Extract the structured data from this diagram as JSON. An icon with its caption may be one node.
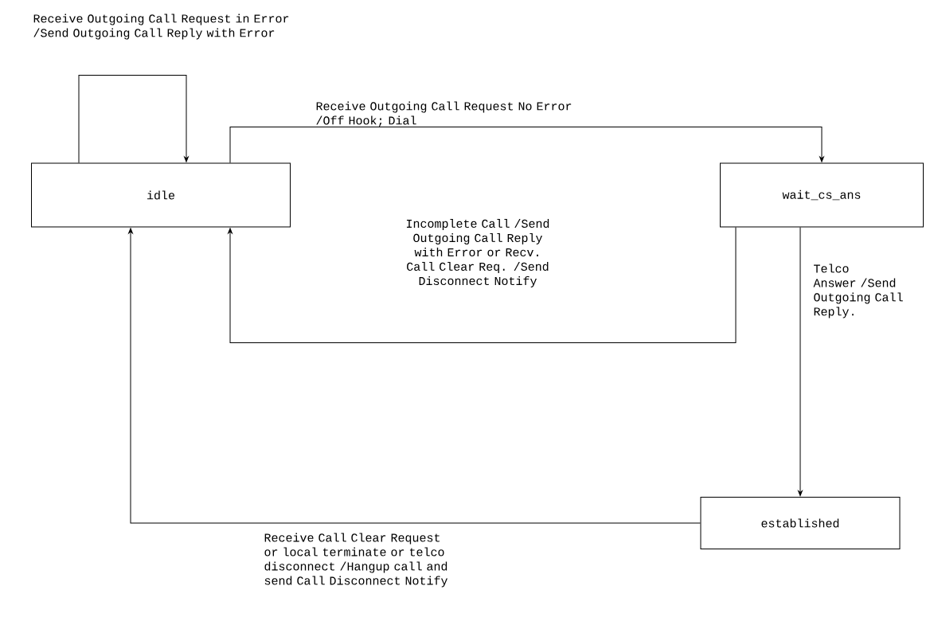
{
  "diagram": {
    "nodes": [
      {
        "text": [
          "idle"
        ]
      },
      {
        "text": [
          "wait_cs_ans"
        ]
      },
      {
        "text": [
          "established"
        ]
      }
    ],
    "edges": [
      {
        "from": 0,
        "to": 0,
        "arrow": "to",
        "label": "Receive Outgoing Call Request in Error /Send Outgoing Call Reply with Error"
      },
      {
        "from": 0,
        "to": 1,
        "arrow": "to",
        "label": "Receive Outgoing Call Request No Error /Off Hook; Dial"
      },
      {
        "from": 1,
        "to": 0,
        "arrow": "to",
        "label": "Incomplete Call /Send Outgoing Call Reply with Error or Recv. Call Clear Req. /Send Disconnect Notify"
      },
      {
        "from": 1,
        "to": 2,
        "arrow": "to",
        "label": "Telco Answer /Send Outgoing Call Reply."
      },
      {
        "from": 2,
        "to": 0,
        "arrow": "to",
        "label": "Receive Call Clear Request or local terminate or telco disconnect /Hangup call and send Call Disconnect Notify"
      }
    ]
  }
}
